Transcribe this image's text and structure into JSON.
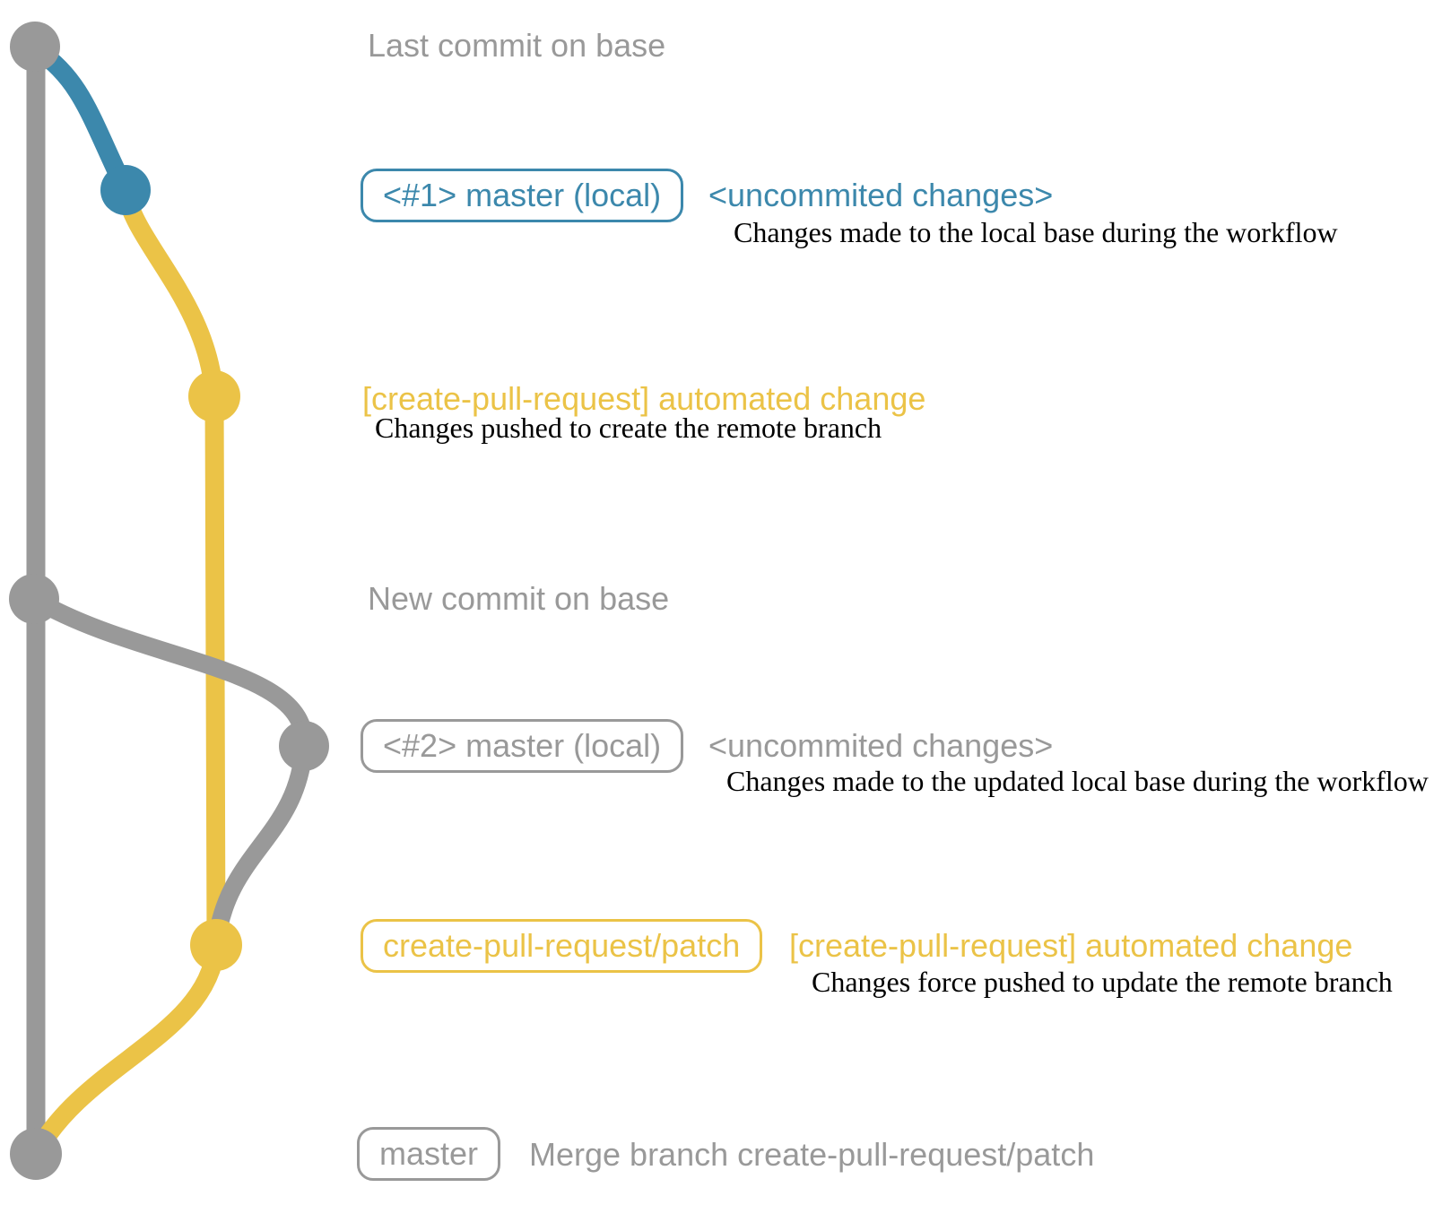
{
  "colors": {
    "background": "#FFFFFF",
    "gray": "#999999",
    "blue": "#3C88AC",
    "yellow": "#EBC347",
    "black": "#000000"
  },
  "graph": {
    "type": "git-branch-diagram",
    "annotations": {
      "last_commit_on_base": "Last commit on base",
      "new_commit_on_base": "New commit on base"
    },
    "branch_colors": {
      "base_branch": "gray",
      "local_uncommitted_branch": "blue",
      "patch_branch": "yellow"
    }
  },
  "steps": {
    "commit1": {
      "badge": "<#1> master (local)",
      "note": "<uncommited changes>",
      "description": "Changes made to the local base during the workflow"
    },
    "push1": {
      "note": "[create-pull-request] automated change",
      "description": "Changes pushed to create the remote branch"
    },
    "commit2": {
      "badge": "<#2> master (local)",
      "note": "<uncommited changes>",
      "description": "Changes made to the updated local base during the workflow"
    },
    "push2": {
      "badge": "create-pull-request/patch",
      "note": "[create-pull-request] automated change",
      "description": "Changes force pushed to update the remote branch"
    },
    "merge": {
      "badge": "master",
      "note": "Merge branch create-pull-request/patch"
    }
  }
}
